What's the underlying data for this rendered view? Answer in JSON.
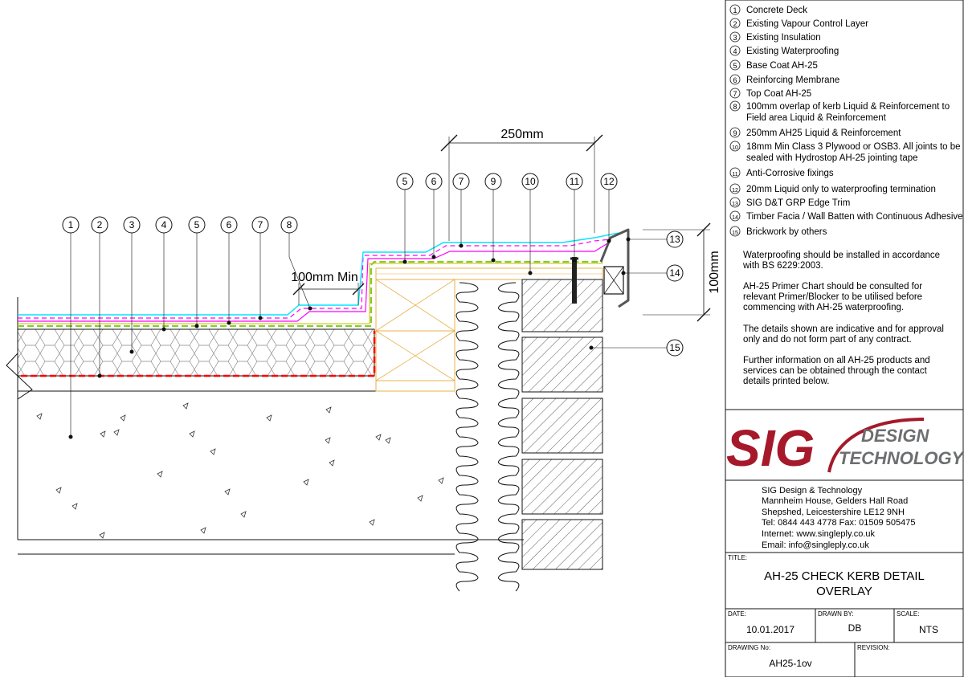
{
  "legend": [
    {
      "num": "1",
      "lines": [
        "Concrete Deck"
      ]
    },
    {
      "num": "2",
      "lines": [
        "Existing Vapour Control Layer"
      ]
    },
    {
      "num": "3",
      "lines": [
        "Existing Insulation"
      ]
    },
    {
      "num": "4",
      "lines": [
        "Existing Waterproofing"
      ]
    },
    {
      "num": "5",
      "lines": [
        "Base Coat AH-25"
      ]
    },
    {
      "num": "6",
      "lines": [
        "Reinforcing Membrane"
      ]
    },
    {
      "num": "7",
      "lines": [
        "Top Coat AH-25"
      ]
    },
    {
      "num": "8",
      "lines": [
        "100mm overlap of kerb Liquid & Reinforcement to",
        "Field area Liquid & Reinforcement"
      ]
    },
    {
      "num": "9",
      "lines": [
        "250mm AH25 Liquid & Reinforcement"
      ]
    },
    {
      "num": "10",
      "lines": [
        "18mm Min Class 3 Plywood or OSB3.  All joints to be",
        "sealed with Hydrostop AH-25 jointing tape"
      ]
    },
    {
      "num": "11",
      "lines": [
        "Anti-Corrosive fixings"
      ]
    },
    {
      "num": "12",
      "lines": [
        "20mm Liquid only to waterproofing termination"
      ]
    },
    {
      "num": "13",
      "lines": [
        "SIG D&T GRP Edge Trim"
      ]
    },
    {
      "num": "14",
      "lines": [
        "Timber Facia / Wall Batten with Continuous Adhesive Bead"
      ]
    },
    {
      "num": "15",
      "lines": [
        "Brickwork by others"
      ]
    }
  ],
  "notes": [
    [
      "Waterproofing should be installed in accordance",
      "with BS 6229:2003."
    ],
    [
      "AH-25 Primer Chart should be consulted for",
      "relevant Primer/Blocker to be utilised before",
      "commencing with AH-25 waterproofing."
    ],
    [
      "The details shown are indicative and for approval",
      "only and do not form part of any contract."
    ],
    [
      "Further information on all AH-25 products and",
      "services  can be obtained through the contact",
      "details printed below."
    ]
  ],
  "logo": {
    "brand": "SIG",
    "line1": "DESIGN",
    "line2": "TECHNOLOGY",
    "red": "#a5192b",
    "grey": "#6d6e70"
  },
  "address": [
    "SIG Design & Technology",
    "Mannheim House, Gelders Hall Road",
    "Shepshed, Leicestershire LE12 9NH",
    "Tel: 0844 443 4778 Fax: 01509 505475",
    "Internet: www.singleply.co.uk",
    "Email: info@singleply.co.uk"
  ],
  "title_block": {
    "title_label": "TITLE:",
    "title_lines": [
      "AH-25 CHECK KERB DETAIL",
      "OVERLAY"
    ],
    "date_label": "DATE:",
    "date_value": "10.01.2017",
    "drawn_label": "DRAWN BY:",
    "drawn_value": "DB",
    "scale_label": "SCALE:",
    "scale_value": "NTS",
    "drawing_label": "DRAWING No:",
    "drawing_value": "AH25-1ov",
    "revision_label": "REVISION:"
  },
  "dimensions": {
    "d250": "250mm",
    "d100min": "100mm Min",
    "d100": "100mm"
  },
  "callouts": [
    "1",
    "2",
    "3",
    "4",
    "5",
    "6",
    "7",
    "8",
    "5",
    "6",
    "7",
    "9",
    "10",
    "11",
    "12",
    "13",
    "14",
    "15"
  ],
  "colors": {
    "cyan": "#00e5ff",
    "magenta": "#ff00ff",
    "green": "#7fcf2f",
    "yellow": "#d4b800",
    "red": "#ff0000",
    "timber": "#e8b04a",
    "line": "#111111"
  }
}
